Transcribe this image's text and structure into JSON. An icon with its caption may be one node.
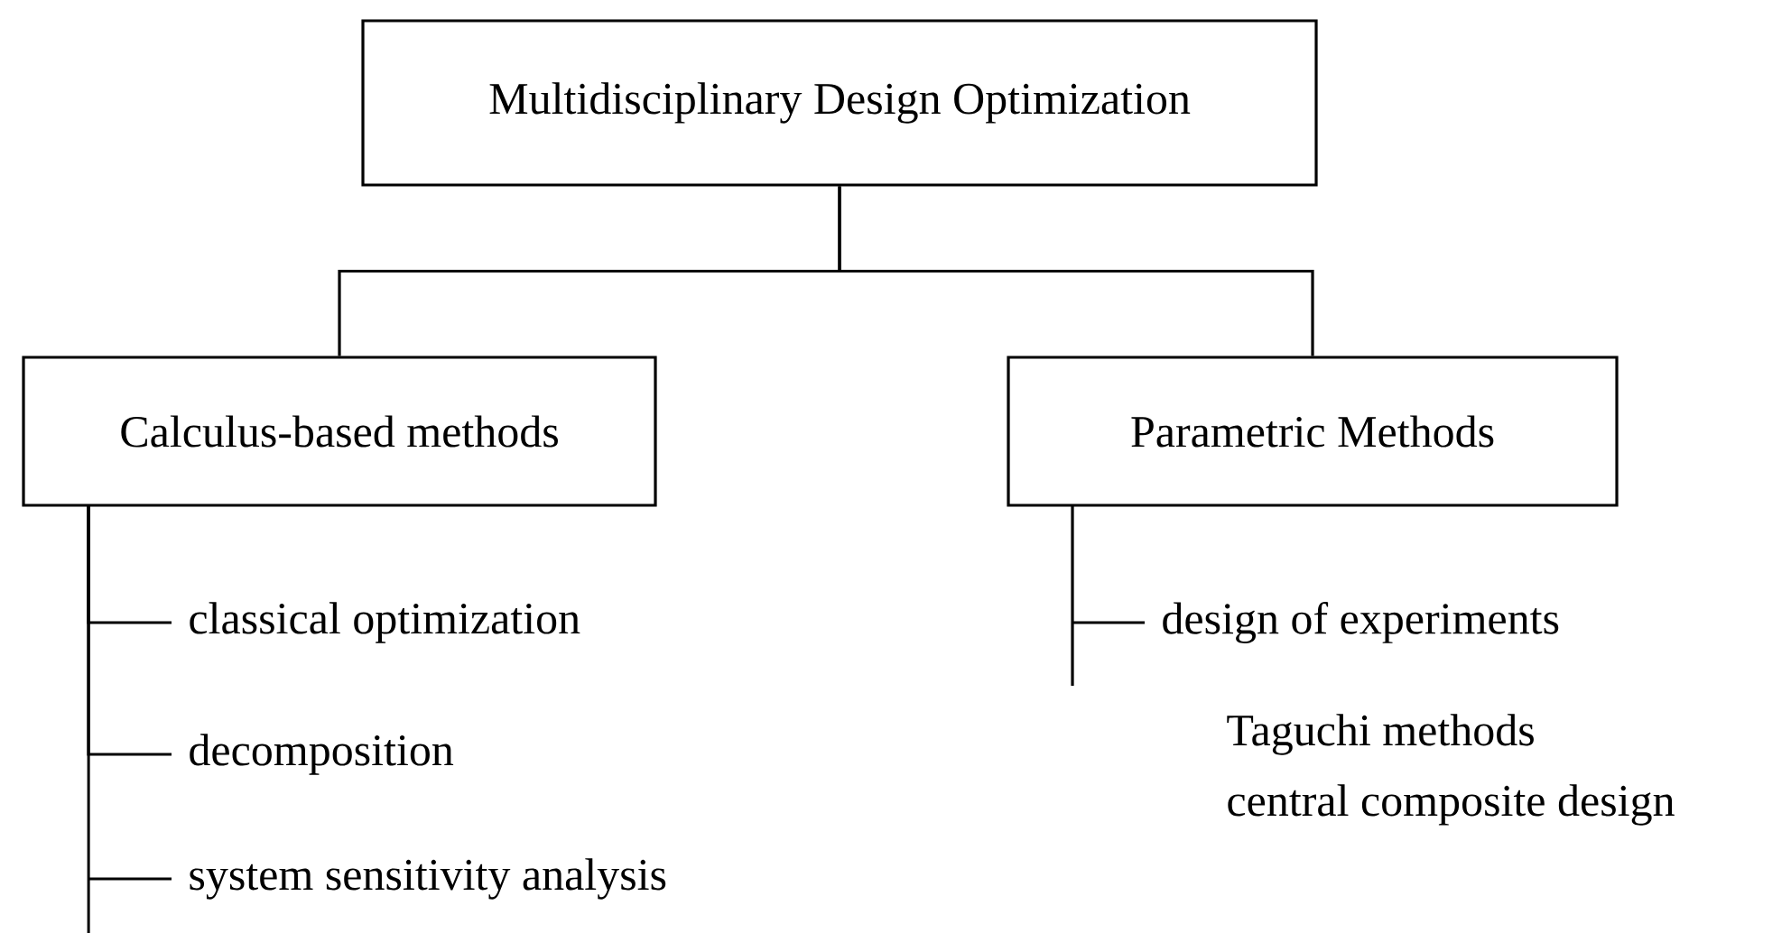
{
  "diagram": {
    "nodes": [
      {
        "text": [
          "Multidisciplinary Design Optimization"
        ]
      },
      {
        "text": [
          "Calculus-based methods"
        ]
      },
      {
        "text": [
          "Parametric Methods"
        ]
      },
      {
        "text": [
          "classical optimization"
        ]
      },
      {
        "text": [
          "decomposition"
        ]
      },
      {
        "text": [
          "system sensitivity analysis"
        ]
      },
      {
        "text": [
          "design of experiments"
        ]
      }
    ],
    "edges": [
      {
        "from": 0,
        "to": 1,
        "arrow": "none"
      },
      {
        "from": 0,
        "to": 2,
        "arrow": "none"
      },
      {
        "from": 1,
        "to": 3,
        "arrow": "none"
      },
      {
        "from": 1,
        "to": 4,
        "arrow": "none"
      },
      {
        "from": 1,
        "to": 5,
        "arrow": "none"
      },
      {
        "from": 2,
        "to": 6,
        "arrow": "none"
      }
    ],
    "labels": [
      "Taguchi methods",
      "central composite design"
    ]
  }
}
